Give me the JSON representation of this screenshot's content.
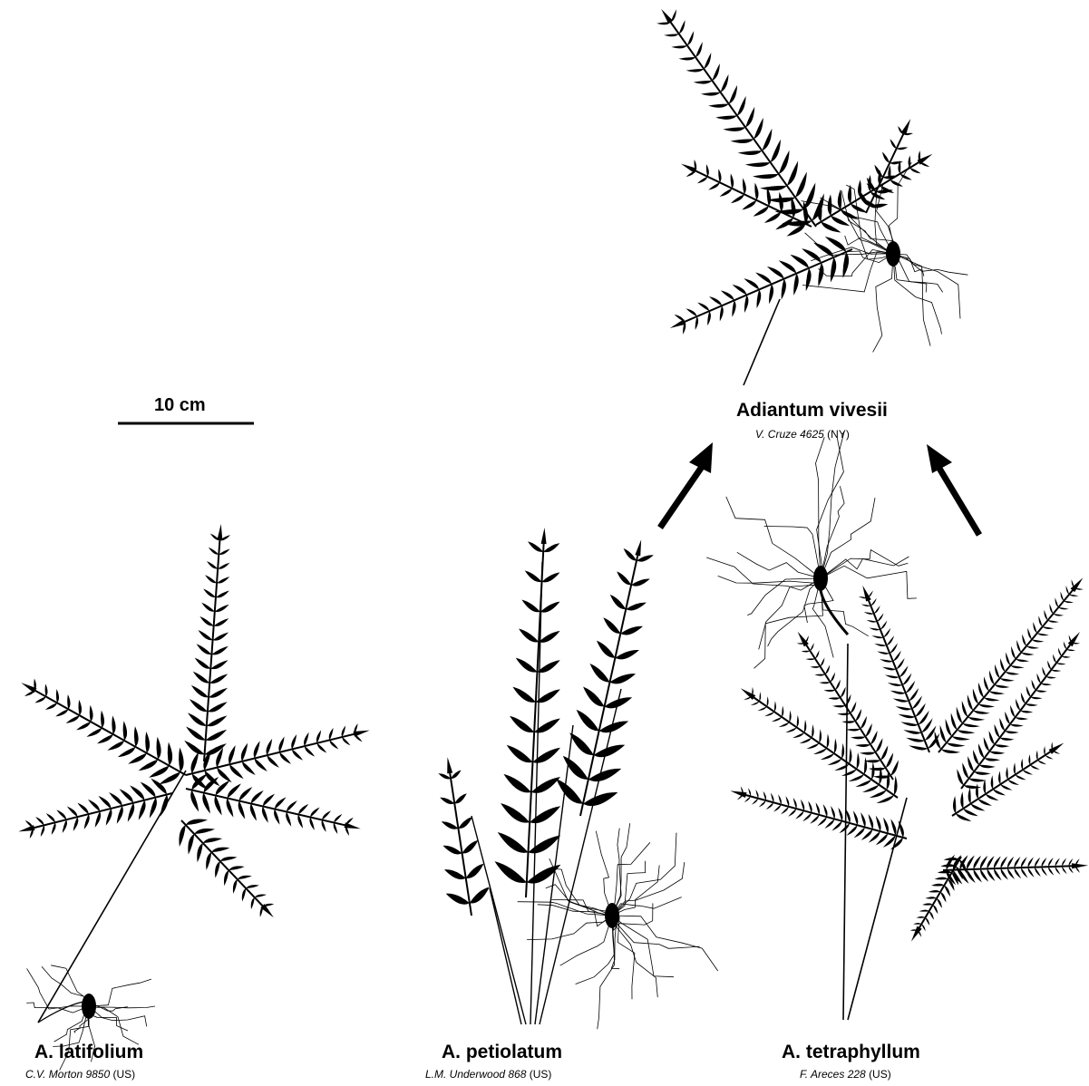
{
  "scale_bar": {
    "label": "10 cm"
  },
  "species": {
    "vivesii": {
      "name": "Adiantum vivesii",
      "collector": "V. Cruze 4625",
      "herbarium": "(NY)"
    },
    "latifolium": {
      "name": "A. latifolium",
      "collector": "C.V. Morton 9850",
      "herbarium": "(US)"
    },
    "petiolatum": {
      "name": "A. petiolatum",
      "collector": "L.M. Underwood 868",
      "herbarium": "(US)"
    },
    "tetraphyllum": {
      "name": "A. tetraphyllum",
      "collector": "F. Areces 228",
      "herbarium": "(US)"
    }
  }
}
